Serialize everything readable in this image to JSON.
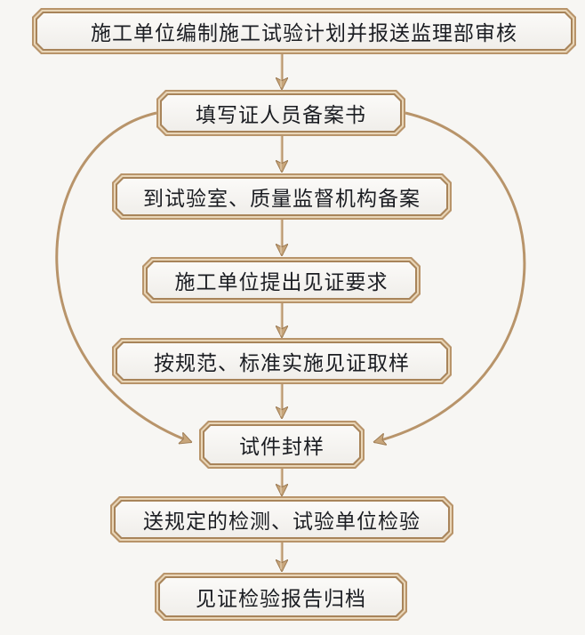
{
  "diagram": {
    "type": "flowchart",
    "colors": {
      "background": "#f7f6f3",
      "frame": "#b8946a",
      "frame_highlight": "#e9d6b8",
      "box_fill": "#f5f4f1",
      "text": "#1b1d22",
      "arrow": "#b8946a"
    },
    "nodes": [
      {
        "id": "n1",
        "label": "施工单位编制施工试验计划并报送监理部审核"
      },
      {
        "id": "n2",
        "label": "填写证人员备案书"
      },
      {
        "id": "n3",
        "label": "到试验室、质量监督机构备案"
      },
      {
        "id": "n4",
        "label": "施工单位提出见证要求"
      },
      {
        "id": "n5",
        "label": "按规范、标准实施见证取样"
      },
      {
        "id": "n6",
        "label": "试件封样"
      },
      {
        "id": "n7",
        "label": "送规定的检测、试验单位检验"
      },
      {
        "id": "n8",
        "label": "见证检验报告归档"
      }
    ],
    "edges": [
      {
        "from": "n1",
        "to": "n2"
      },
      {
        "from": "n2",
        "to": "n3"
      },
      {
        "from": "n3",
        "to": "n4"
      },
      {
        "from": "n4",
        "to": "n5"
      },
      {
        "from": "n5",
        "to": "n6"
      },
      {
        "from": "n6",
        "to": "n7"
      },
      {
        "from": "n7",
        "to": "n8"
      },
      {
        "from": "n2",
        "to": "n6",
        "style": "curved-left"
      },
      {
        "from": "n2",
        "to": "n6",
        "style": "curved-right"
      }
    ]
  }
}
